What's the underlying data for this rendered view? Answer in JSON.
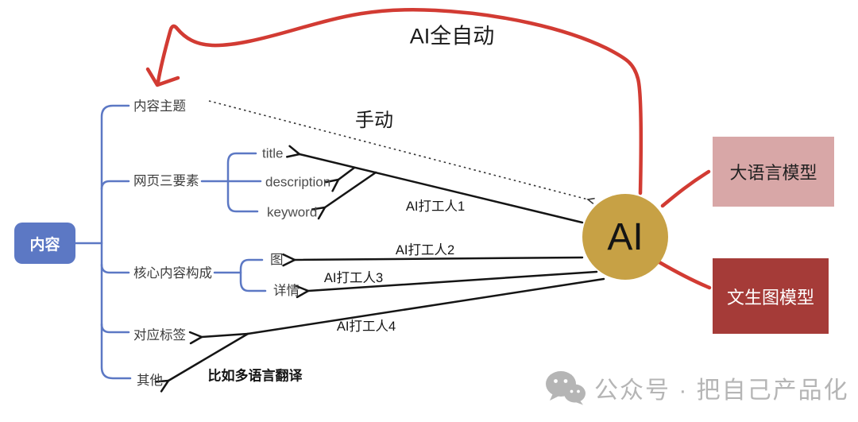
{
  "diagram": {
    "root": {
      "label": "内容"
    },
    "branches": [
      {
        "label": "内容主题"
      },
      {
        "label": "网页三要素",
        "children": [
          {
            "label": "title"
          },
          {
            "label": "description"
          },
          {
            "label": "keyword"
          }
        ]
      },
      {
        "label": "核心内容构成",
        "children": [
          {
            "label": "图"
          },
          {
            "label": "详情"
          }
        ]
      },
      {
        "label": "对应标签"
      },
      {
        "label": "其他"
      }
    ],
    "ai_node": {
      "label": "AI"
    },
    "model_boxes": [
      {
        "label": "大语言模型",
        "color": "#D8A7A7"
      },
      {
        "label": "文生图模型",
        "color": "#A53B38"
      }
    ],
    "annotations": {
      "full_auto": "AI全自动",
      "manual": "手动",
      "worker1": "AI打工人1",
      "worker2": "AI打工人2",
      "worker3": "AI打工人3",
      "worker4": "AI打工人4",
      "example_note": "比如多语言翻译"
    },
    "colors": {
      "tree_blue": "#5C78C4",
      "arrow_black": "#151515",
      "freehand_red": "#D23B33",
      "ai_gold": "#C7A145",
      "watermark_gray": "#B5B5B5"
    }
  },
  "watermark": {
    "text": "公众号 · 把自己产品化"
  }
}
